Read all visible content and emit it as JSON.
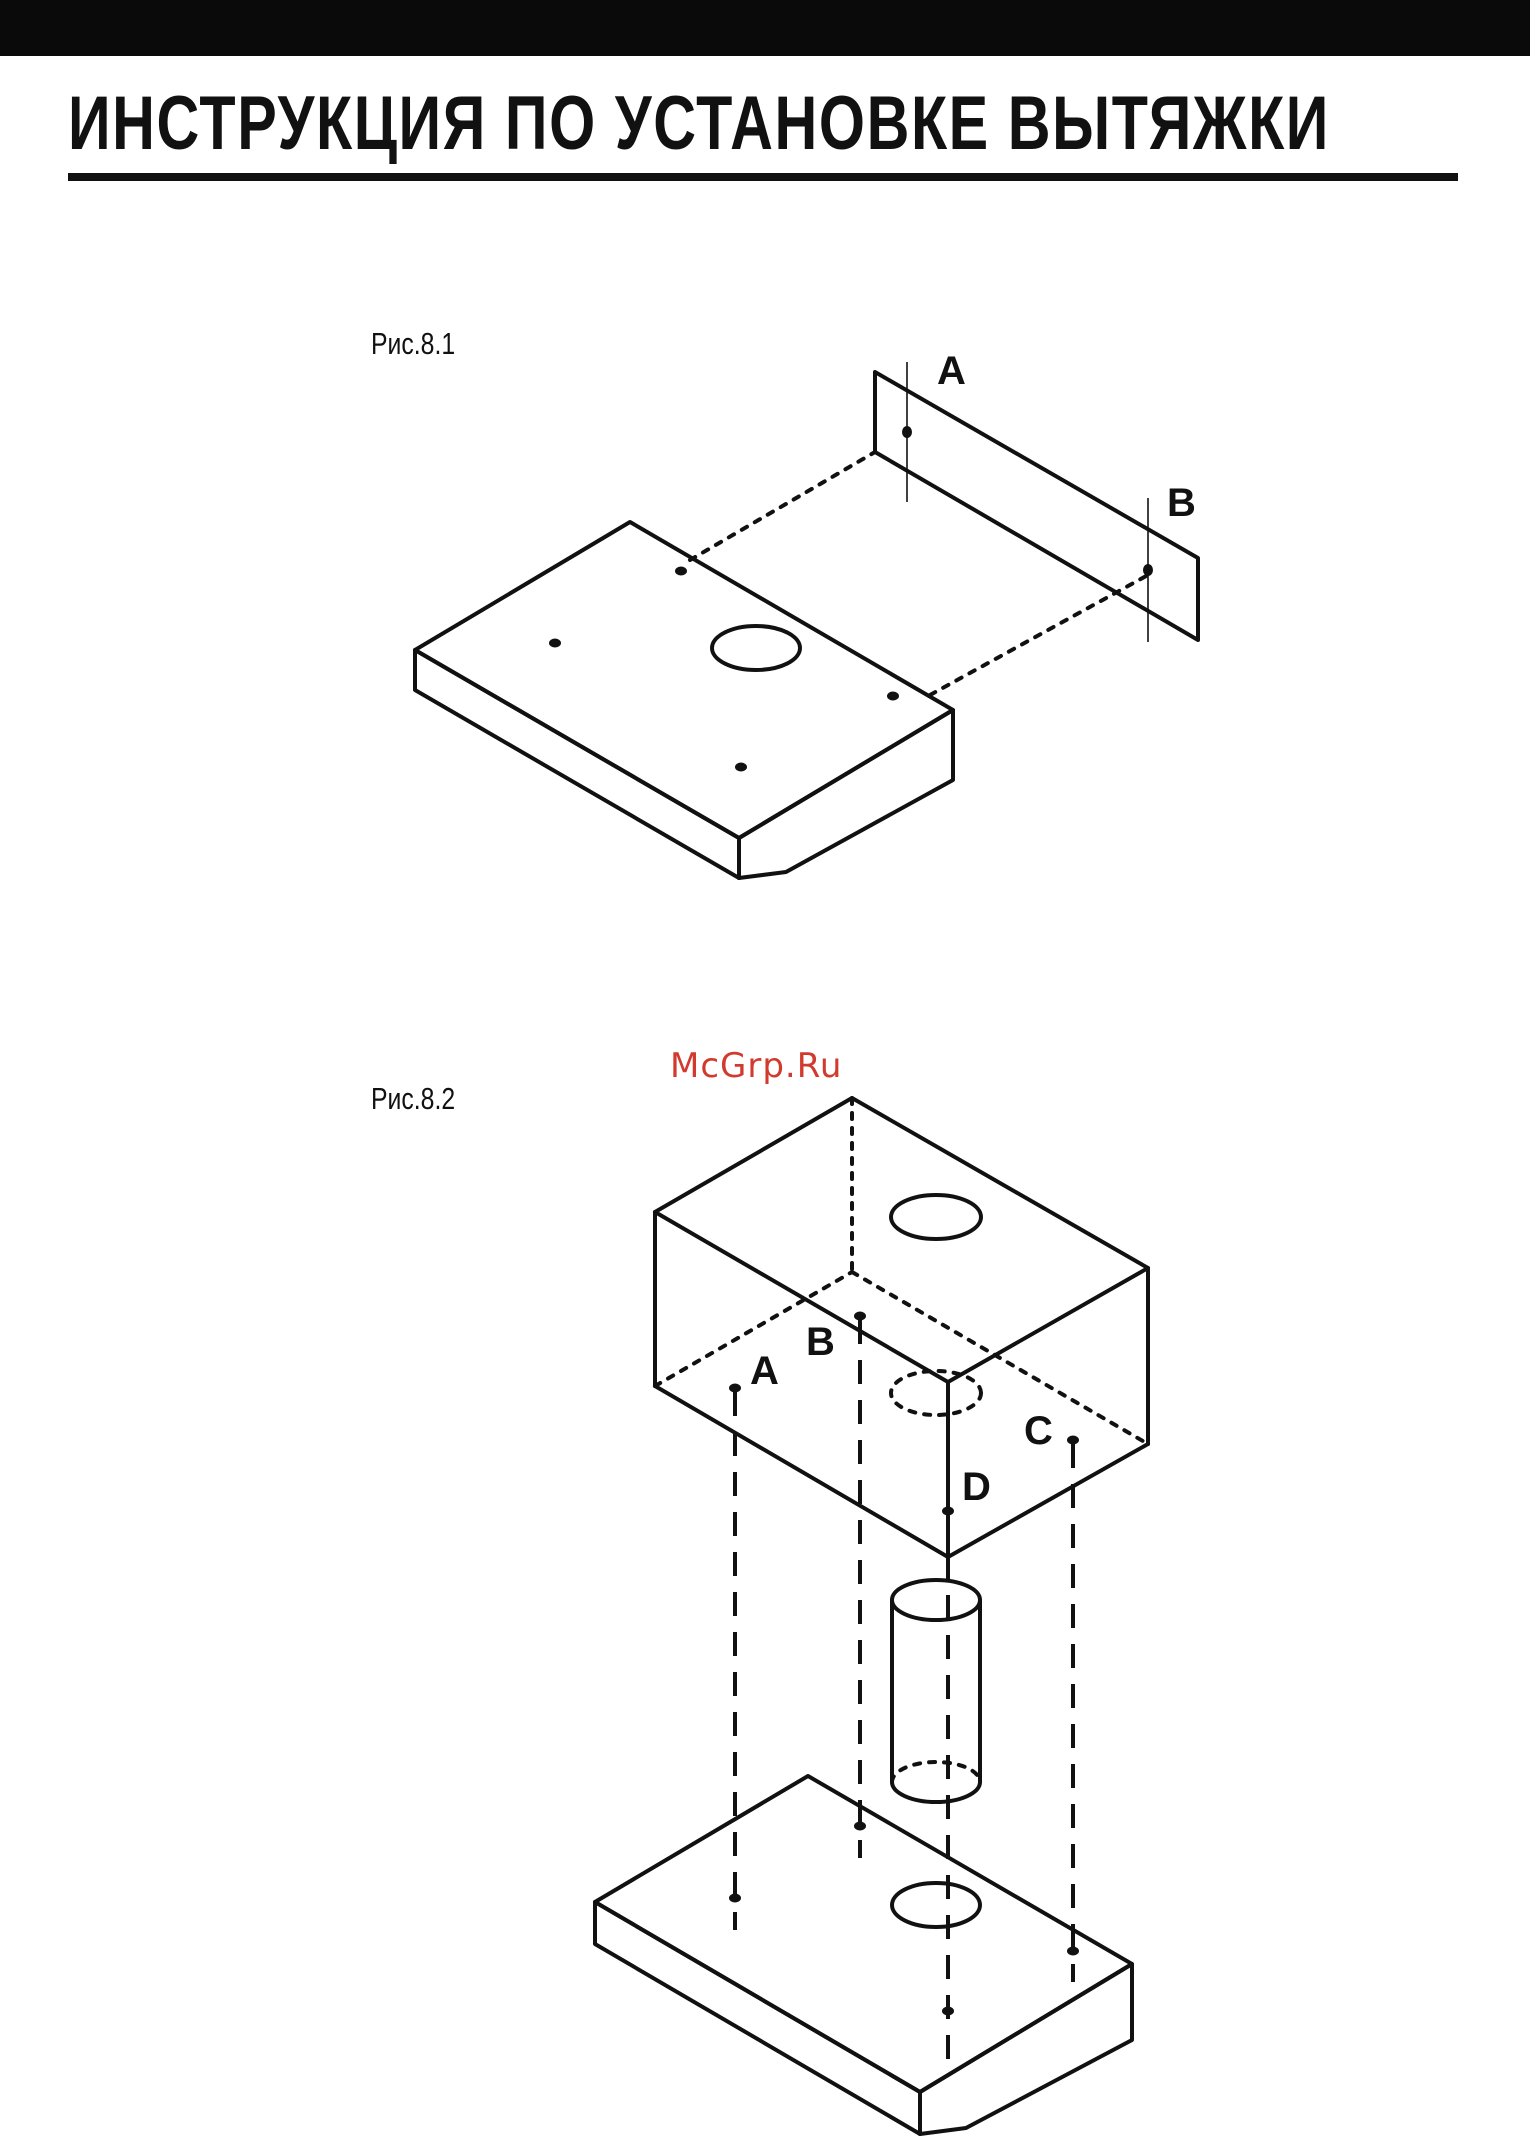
{
  "page": {
    "title": "ИНСТРУКЦИЯ  ПО УСТАНОВКЕ  ВЫТЯЖКИ",
    "watermark": "McGrp.Ru"
  },
  "figure1": {
    "caption": "Рис.8.1",
    "labels": [
      "A",
      "B"
    ]
  },
  "figure2": {
    "caption": "Рис.8.2",
    "labels": [
      "A",
      "B",
      "C",
      "D"
    ]
  },
  "colors": {
    "ink": "#111111",
    "watermark": "#d23a2e",
    "background": "#ffffff"
  }
}
